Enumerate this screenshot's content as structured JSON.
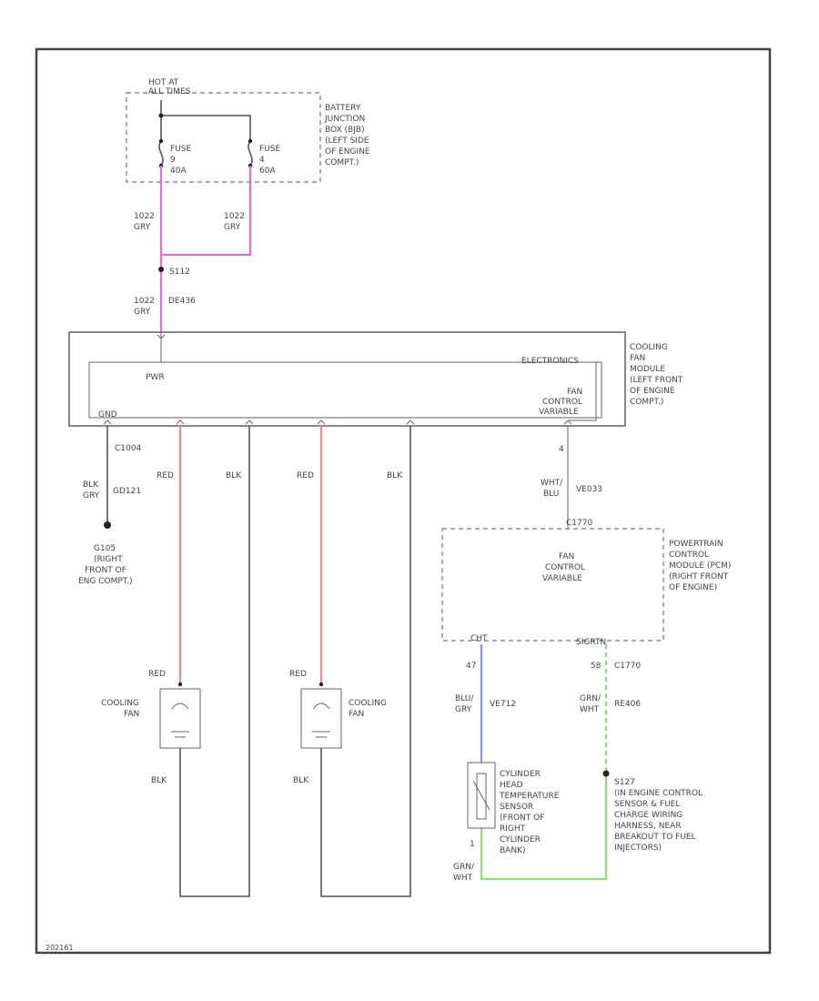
{
  "colors": {
    "pink": "#e36be3",
    "red": "#f28c8c",
    "blue": "#8c8ef0",
    "green": "#8ee06e",
    "line": "#555555"
  },
  "labels": {
    "hot_at_all_times": [
      "HOT AT",
      "ALL TIMES"
    ],
    "bjb": [
      "BATTERY",
      "JUNCTION",
      "BOX (BJB)",
      "(LEFT SIDE",
      "OF ENGINE",
      "COMPT.)"
    ],
    "fuse_left": [
      "FUSE",
      "9",
      "40A"
    ],
    "fuse_right": [
      "FUSE",
      "4",
      "60A"
    ],
    "wire_left_code": "1022",
    "wire_left_color": "GRY",
    "wire_right_code": "1022",
    "wire_right_color": "GRY",
    "splice": "S112",
    "wire_mid_code": "1022",
    "wire_mid_color": "GRY",
    "wire_mid_circuit": "DE436",
    "cooling_fan_module": [
      "COOLING",
      "FAN",
      "MODULE",
      "(LEFT FRONT",
      "OF ENGINE",
      "COMPT.)"
    ],
    "electronics": "ELECTRONICS",
    "pwr": "PWR",
    "gnd": "GND",
    "fan_control_variable": [
      "FAN",
      "CONTROL",
      "VARIABLE"
    ],
    "c1004": "C1004",
    "gnd_wire_color": [
      "BLK",
      "GRY"
    ],
    "gnd_wire_circuit": "GD121",
    "g105": [
      "G105",
      "(RIGHT",
      "FRONT OF",
      "ENG COMPT.)"
    ],
    "red": "RED",
    "blk": "BLK",
    "fan1_top_label": "RED",
    "fan2_top_label": "RED",
    "cooling_fan_1": [
      "COOLING",
      "FAN"
    ],
    "cooling_fan_2": [
      "COOLING",
      "FAN"
    ],
    "fan1_bottom_label": "BLK",
    "fan2_bottom_label": "BLK",
    "pin_4": "4",
    "fan_wire_color": [
      "WHT/",
      "BLU"
    ],
    "fan_wire_circuit": "VE033",
    "pcm_connector": "C1770",
    "pcm_fan_control": [
      "FAN",
      "CONTROL",
      "VARIABLE"
    ],
    "pcm": [
      "POWERTRAIN",
      "CONTROL",
      "MODULE (PCM)",
      "(RIGHT FRONT",
      "OF ENGINE)"
    ],
    "cht": "CHT",
    "sigrtn": "SIGRTN",
    "pin_47": "47",
    "pin_58": "58",
    "c1770b": "C1770",
    "blu_gry": [
      "BLU/",
      "GRY"
    ],
    "ve712": "VE712",
    "grn_wht": [
      "GRN/",
      "WHT"
    ],
    "rear": "RE406",
    "chts": [
      "CYLINDER",
      "HEAD",
      "TEMPERATURE",
      "SENSOR",
      "(FRONT OF",
      "RIGHT",
      "CYLINDER",
      "BANK)"
    ],
    "s127": [
      "S127",
      "(IN ENGINE CONTROL",
      "SENSOR & FUEL",
      "CHARGE WIRING",
      "HARNESS, NEAR",
      "BREAKOUT TO FUEL",
      "INJECTORS)"
    ],
    "pin_1": "1",
    "grn_wht_bottom": [
      "GRN/",
      "WHT"
    ],
    "page_id": "202161"
  }
}
